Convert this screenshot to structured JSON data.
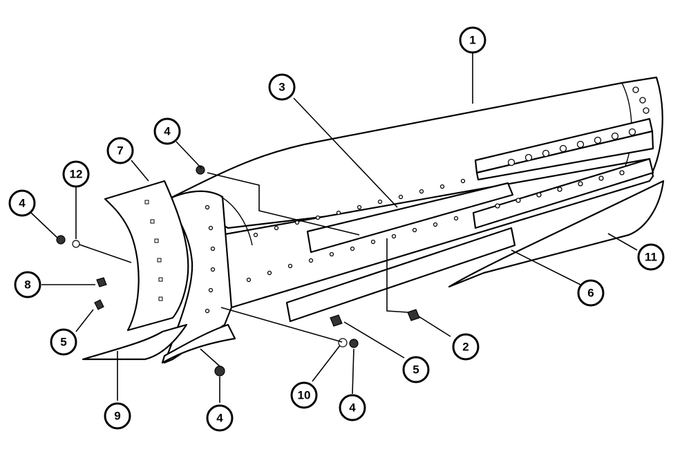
{
  "callouts": [
    {
      "id": "c1",
      "label": "1"
    },
    {
      "id": "c2",
      "label": "2"
    },
    {
      "id": "c3",
      "label": "3"
    },
    {
      "id": "c4a",
      "label": "4"
    },
    {
      "id": "c4b",
      "label": "4"
    },
    {
      "id": "c4c",
      "label": "4"
    },
    {
      "id": "c4d",
      "label": "4"
    },
    {
      "id": "c5a",
      "label": "5"
    },
    {
      "id": "c5b",
      "label": "5"
    },
    {
      "id": "c6",
      "label": "6"
    },
    {
      "id": "c7",
      "label": "7"
    },
    {
      "id": "c8",
      "label": "8"
    },
    {
      "id": "c9",
      "label": "9"
    },
    {
      "id": "c10",
      "label": "10"
    },
    {
      "id": "c11",
      "label": "11"
    },
    {
      "id": "c12",
      "label": "12"
    }
  ]
}
